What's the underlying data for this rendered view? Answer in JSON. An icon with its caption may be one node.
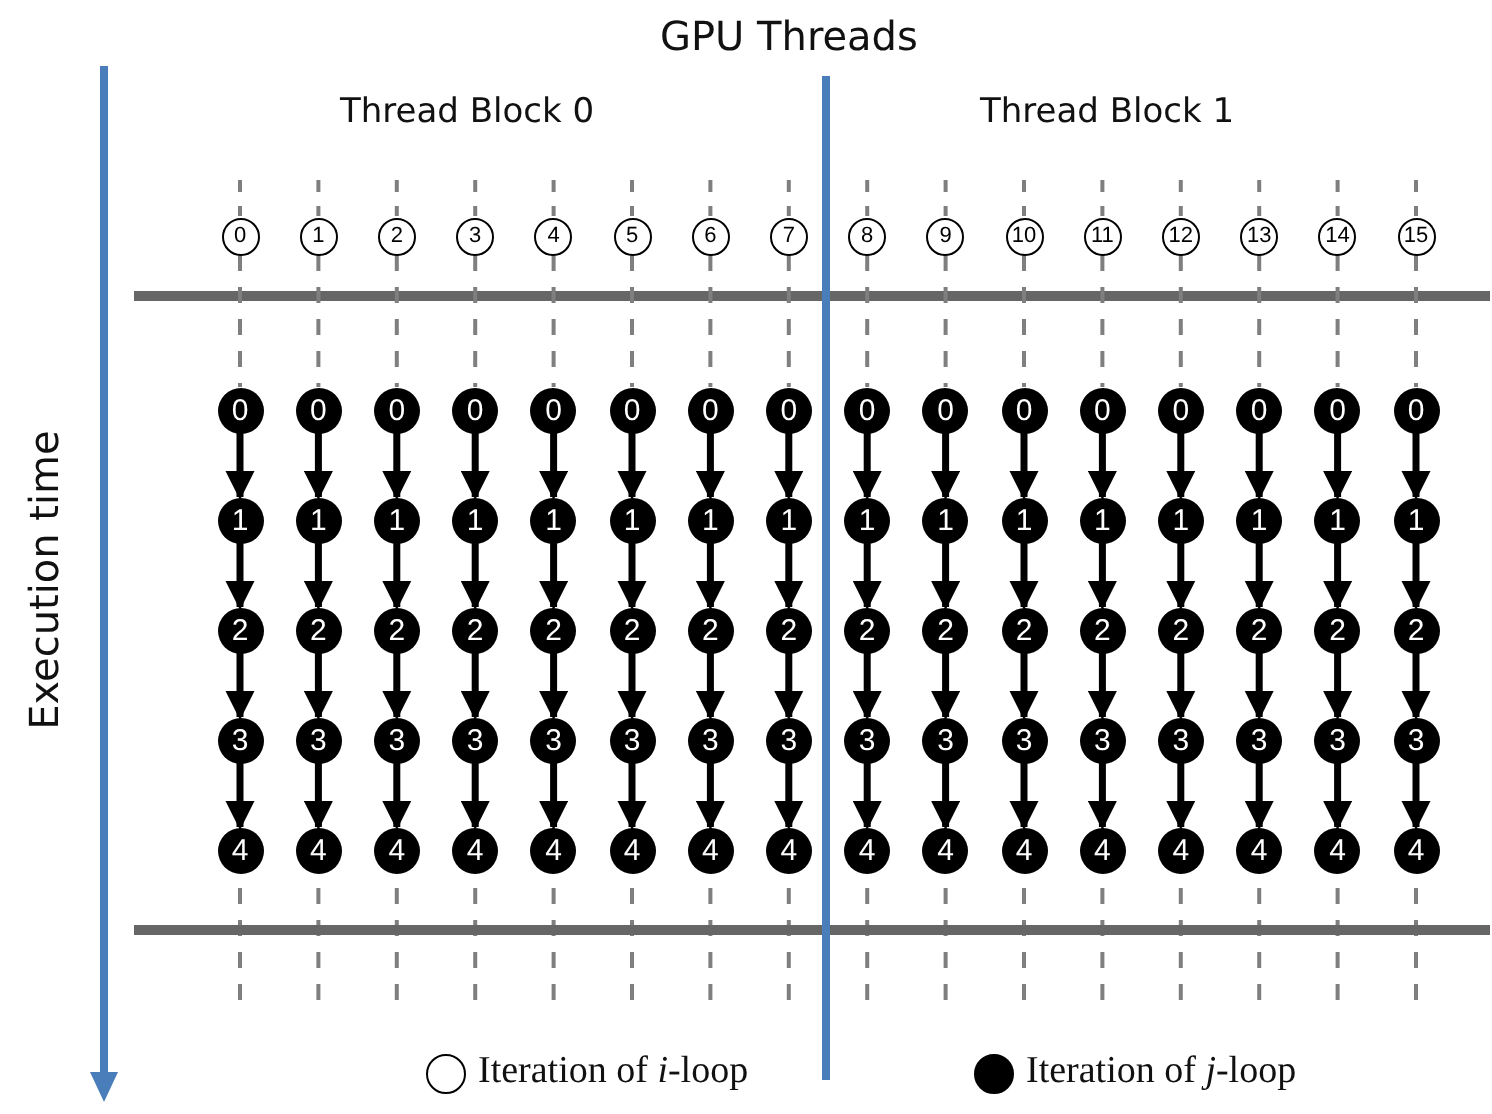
{
  "diagram": {
    "title": "GPU Threads",
    "nodes": [
      {
        "text": [
          "0"
        ]
      },
      {
        "text": [
          "1"
        ]
      },
      {
        "text": [
          "2"
        ]
      },
      {
        "text": [
          "3"
        ]
      },
      {
        "text": [
          "4"
        ]
      },
      {
        "text": [
          "5"
        ]
      },
      {
        "text": [
          "6"
        ]
      },
      {
        "text": [
          "7"
        ]
      },
      {
        "text": [
          "8"
        ]
      },
      {
        "text": [
          "9"
        ]
      },
      {
        "text": [
          "10"
        ]
      },
      {
        "text": [
          "11"
        ]
      },
      {
        "text": [
          "12"
        ]
      },
      {
        "text": [
          "13"
        ]
      },
      {
        "text": [
          "14"
        ]
      },
      {
        "text": [
          "15"
        ]
      },
      {
        "text": [
          "0"
        ]
      },
      {
        "text": [
          "0"
        ]
      },
      {
        "text": [
          "0"
        ]
      },
      {
        "text": [
          "0"
        ]
      },
      {
        "text": [
          "0"
        ]
      },
      {
        "text": [
          "0"
        ]
      },
      {
        "text": [
          "0"
        ]
      },
      {
        "text": [
          "0"
        ]
      },
      {
        "text": [
          "0"
        ]
      },
      {
        "text": [
          "0"
        ]
      },
      {
        "text": [
          "0"
        ]
      },
      {
        "text": [
          "0"
        ]
      },
      {
        "text": [
          "0"
        ]
      },
      {
        "text": [
          "0"
        ]
      },
      {
        "text": [
          "0"
        ]
      },
      {
        "text": [
          "0"
        ]
      },
      {
        "text": [
          "1"
        ]
      },
      {
        "text": [
          "1"
        ]
      },
      {
        "text": [
          "1"
        ]
      },
      {
        "text": [
          "1"
        ]
      },
      {
        "text": [
          "1"
        ]
      },
      {
        "text": [
          "1"
        ]
      },
      {
        "text": [
          "1"
        ]
      },
      {
        "text": [
          "1"
        ]
      },
      {
        "text": [
          "1"
        ]
      },
      {
        "text": [
          "1"
        ]
      },
      {
        "text": [
          "1"
        ]
      },
      {
        "text": [
          "1"
        ]
      },
      {
        "text": [
          "1"
        ]
      },
      {
        "text": [
          "1"
        ]
      },
      {
        "text": [
          "1"
        ]
      },
      {
        "text": [
          "1"
        ]
      },
      {
        "text": [
          "2"
        ]
      },
      {
        "text": [
          "2"
        ]
      },
      {
        "text": [
          "2"
        ]
      },
      {
        "text": [
          "2"
        ]
      },
      {
        "text": [
          "2"
        ]
      },
      {
        "text": [
          "2"
        ]
      },
      {
        "text": [
          "2"
        ]
      },
      {
        "text": [
          "2"
        ]
      },
      {
        "text": [
          "2"
        ]
      },
      {
        "text": [
          "2"
        ]
      },
      {
        "text": [
          "2"
        ]
      },
      {
        "text": [
          "2"
        ]
      },
      {
        "text": [
          "2"
        ]
      },
      {
        "text": [
          "2"
        ]
      },
      {
        "text": [
          "2"
        ]
      },
      {
        "text": [
          "2"
        ]
      },
      {
        "text": [
          "3"
        ]
      },
      {
        "text": [
          "3"
        ]
      },
      {
        "text": [
          "3"
        ]
      },
      {
        "text": [
          "3"
        ]
      },
      {
        "text": [
          "3"
        ]
      },
      {
        "text": [
          "3"
        ]
      },
      {
        "text": [
          "3"
        ]
      },
      {
        "text": [
          "3"
        ]
      },
      {
        "text": [
          "3"
        ]
      },
      {
        "text": [
          "3"
        ]
      },
      {
        "text": [
          "3"
        ]
      },
      {
        "text": [
          "3"
        ]
      },
      {
        "text": [
          "3"
        ]
      },
      {
        "text": [
          "3"
        ]
      },
      {
        "text": [
          "3"
        ]
      },
      {
        "text": [
          "3"
        ]
      },
      {
        "text": [
          "4"
        ]
      },
      {
        "text": [
          "4"
        ]
      },
      {
        "text": [
          "4"
        ]
      },
      {
        "text": [
          "4"
        ]
      },
      {
        "text": [
          "4"
        ]
      },
      {
        "text": [
          "4"
        ]
      },
      {
        "text": [
          "4"
        ]
      },
      {
        "text": [
          "4"
        ]
      },
      {
        "text": [
          "4"
        ]
      },
      {
        "text": [
          "4"
        ]
      },
      {
        "text": [
          "4"
        ]
      },
      {
        "text": [
          "4"
        ]
      },
      {
        "text": [
          "4"
        ]
      },
      {
        "text": [
          "4"
        ]
      },
      {
        "text": [
          "4"
        ]
      },
      {
        "text": [
          "4"
        ]
      }
    ],
    "edges": [
      {
        "from": 0,
        "to": 16,
        "arrow": "none",
        "style": "dashed",
        "color": "#7f7f7f"
      },
      {
        "from": 1,
        "to": 17,
        "arrow": "none",
        "style": "dashed",
        "color": "#7f7f7f"
      },
      {
        "from": 2,
        "to": 18,
        "arrow": "none",
        "style": "dashed",
        "color": "#7f7f7f"
      },
      {
        "from": 3,
        "to": 19,
        "arrow": "none",
        "style": "dashed",
        "color": "#7f7f7f"
      },
      {
        "from": 4,
        "to": 20,
        "arrow": "none",
        "style": "dashed",
        "color": "#7f7f7f"
      },
      {
        "from": 5,
        "to": 21,
        "arrow": "none",
        "style": "dashed",
        "color": "#7f7f7f"
      },
      {
        "from": 6,
        "to": 22,
        "arrow": "none",
        "style": "dashed",
        "color": "#7f7f7f"
      },
      {
        "from": 7,
        "to": 23,
        "arrow": "none",
        "style": "dashed",
        "color": "#7f7f7f"
      },
      {
        "from": 8,
        "to": 24,
        "arrow": "none",
        "style": "dashed",
        "color": "#7f7f7f"
      },
      {
        "from": 9,
        "to": 25,
        "arrow": "none",
        "style": "dashed",
        "color": "#7f7f7f"
      },
      {
        "from": 10,
        "to": 26,
        "arrow": "none",
        "style": "dashed",
        "color": "#7f7f7f"
      },
      {
        "from": 11,
        "to": 27,
        "arrow": "none",
        "style": "dashed",
        "color": "#7f7f7f"
      },
      {
        "from": 12,
        "to": 28,
        "arrow": "none",
        "style": "dashed",
        "color": "#7f7f7f"
      },
      {
        "from": 13,
        "to": 29,
        "arrow": "none",
        "style": "dashed",
        "color": "#7f7f7f"
      },
      {
        "from": 14,
        "to": 30,
        "arrow": "none",
        "style": "dashed",
        "color": "#7f7f7f"
      },
      {
        "from": 15,
        "to": 31,
        "arrow": "none",
        "style": "dashed",
        "color": "#7f7f7f"
      },
      {
        "from": 16,
        "to": 32,
        "arrow": "to"
      },
      {
        "from": 17,
        "to": 33,
        "arrow": "to"
      },
      {
        "from": 18,
        "to": 34,
        "arrow": "to"
      },
      {
        "from": 19,
        "to": 35,
        "arrow": "to"
      },
      {
        "from": 20,
        "to": 36,
        "arrow": "to"
      },
      {
        "from": 21,
        "to": 37,
        "arrow": "to"
      },
      {
        "from": 22,
        "to": 38,
        "arrow": "to"
      },
      {
        "from": 23,
        "to": 39,
        "arrow": "to"
      },
      {
        "from": 24,
        "to": 40,
        "arrow": "to"
      },
      {
        "from": 25,
        "to": 41,
        "arrow": "to"
      },
      {
        "from": 26,
        "to": 42,
        "arrow": "to"
      },
      {
        "from": 27,
        "to": 43,
        "arrow": "to"
      },
      {
        "from": 28,
        "to": 44,
        "arrow": "to"
      },
      {
        "from": 29,
        "to": 45,
        "arrow": "to"
      },
      {
        "from": 30,
        "to": 46,
        "arrow": "to"
      },
      {
        "from": 31,
        "to": 47,
        "arrow": "to"
      },
      {
        "from": 32,
        "to": 48,
        "arrow": "to"
      },
      {
        "from": 33,
        "to": 49,
        "arrow": "to"
      },
      {
        "from": 34,
        "to": 50,
        "arrow": "to"
      },
      {
        "from": 35,
        "to": 51,
        "arrow": "to"
      },
      {
        "from": 36,
        "to": 52,
        "arrow": "to"
      },
      {
        "from": 37,
        "to": 53,
        "arrow": "to"
      },
      {
        "from": 38,
        "to": 54,
        "arrow": "to"
      },
      {
        "from": 39,
        "to": 55,
        "arrow": "to"
      },
      {
        "from": 40,
        "to": 56,
        "arrow": "to"
      },
      {
        "from": 41,
        "to": 57,
        "arrow": "to"
      },
      {
        "from": 42,
        "to": 58,
        "arrow": "to"
      },
      {
        "from": 43,
        "to": 59,
        "arrow": "to"
      },
      {
        "from": 44,
        "to": 60,
        "arrow": "to"
      },
      {
        "from": 45,
        "to": 61,
        "arrow": "to"
      },
      {
        "from": 46,
        "to": 62,
        "arrow": "to"
      },
      {
        "from": 47,
        "to": 63,
        "arrow": "to"
      },
      {
        "from": 48,
        "to": 64,
        "arrow": "to"
      },
      {
        "from": 49,
        "to": 65,
        "arrow": "to"
      },
      {
        "from": 50,
        "to": 66,
        "arrow": "to"
      },
      {
        "from": 51,
        "to": 67,
        "arrow": "to"
      },
      {
        "from": 52,
        "to": 68,
        "arrow": "to"
      },
      {
        "from": 53,
        "to": 69,
        "arrow": "to"
      },
      {
        "from": 54,
        "to": 70,
        "arrow": "to"
      },
      {
        "from": 55,
        "to": 71,
        "arrow": "to"
      },
      {
        "from": 56,
        "to": 72,
        "arrow": "to"
      },
      {
        "from": 57,
        "to": 73,
        "arrow": "to"
      },
      {
        "from": 58,
        "to": 74,
        "arrow": "to"
      },
      {
        "from": 59,
        "to": 75,
        "arrow": "to"
      },
      {
        "from": 60,
        "to": 76,
        "arrow": "to"
      },
      {
        "from": 61,
        "to": 77,
        "arrow": "to"
      },
      {
        "from": 62,
        "to": 78,
        "arrow": "to"
      },
      {
        "from": 63,
        "to": 79,
        "arrow": "to"
      },
      {
        "from": 64,
        "to": 80,
        "arrow": "to"
      },
      {
        "from": 65,
        "to": 81,
        "arrow": "to"
      },
      {
        "from": 66,
        "to": 82,
        "arrow": "to"
      },
      {
        "from": 67,
        "to": 83,
        "arrow": "to"
      },
      {
        "from": 68,
        "to": 84,
        "arrow": "to"
      },
      {
        "from": 69,
        "to": 85,
        "arrow": "to"
      },
      {
        "from": 70,
        "to": 86,
        "arrow": "to"
      },
      {
        "from": 71,
        "to": 87,
        "arrow": "to"
      },
      {
        "from": 72,
        "to": 88,
        "arrow": "to"
      },
      {
        "from": 73,
        "to": 89,
        "arrow": "to"
      },
      {
        "from": 74,
        "to": 90,
        "arrow": "to"
      },
      {
        "from": 75,
        "to": 91,
        "arrow": "to"
      },
      {
        "from": 76,
        "to": 92,
        "arrow": "to"
      },
      {
        "from": 77,
        "to": 93,
        "arrow": "to"
      },
      {
        "from": 78,
        "to": 94,
        "arrow": "to"
      },
      {
        "from": 79,
        "to": 95,
        "arrow": "to"
      }
    ],
    "labels": [
      "Thread Block 0",
      "Thread Block 1",
      "Execution time"
    ],
    "legend": [
      {
        "text": "Iteration of *i*-loop",
        "color": "#ffffff"
      },
      {
        "text": "Iteration of *j*-loop",
        "color": "#000000"
      }
    ]
  }
}
